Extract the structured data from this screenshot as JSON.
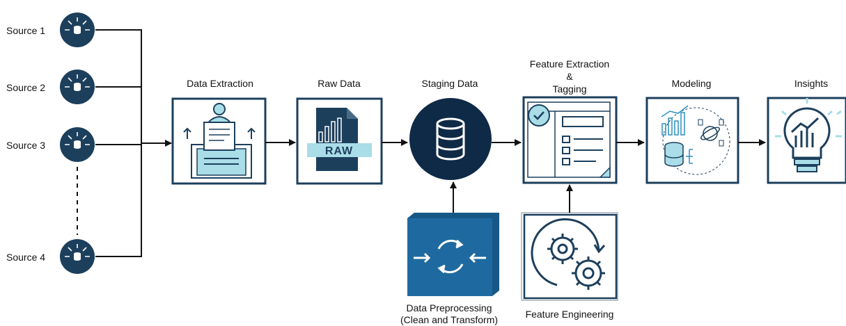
{
  "sources": [
    {
      "label": "Source 1",
      "icon": "database-merge-icon"
    },
    {
      "label": "Source 2",
      "icon": "database-merge-icon"
    },
    {
      "label": "Source 3",
      "icon": "database-merge-icon"
    },
    {
      "label": "Source 4",
      "icon": "database-merge-icon"
    }
  ],
  "stages": {
    "data_extraction": {
      "label": "Data Extraction",
      "icon": "document-extraction-icon"
    },
    "raw_data": {
      "label": "Raw Data",
      "icon": "raw-file-icon",
      "badge": "RAW"
    },
    "staging_data": {
      "label": "Staging Data",
      "icon": "database-icon"
    },
    "feature_extraction": {
      "label_line1": "Feature Extraction",
      "label_line2": "&",
      "label_line3": "Tagging",
      "icon": "form-checklist-icon"
    },
    "modeling": {
      "label": "Modeling",
      "icon": "analytics-model-icon"
    },
    "insights": {
      "label": "Insights",
      "icon": "lightbulb-chart-icon"
    }
  },
  "support": {
    "preprocessing": {
      "label_line1": "Data Preprocessing",
      "label_line2": "(Clean and Transform)",
      "icon": "refresh-transform-icon"
    },
    "feature_engineering": {
      "label": "Feature Engineering",
      "icon": "gears-icon"
    }
  },
  "colors": {
    "navy": "#1c3f5c",
    "cyan": "#a9dde8",
    "box_blue": "#1e6aa0",
    "line": "#111111"
  }
}
